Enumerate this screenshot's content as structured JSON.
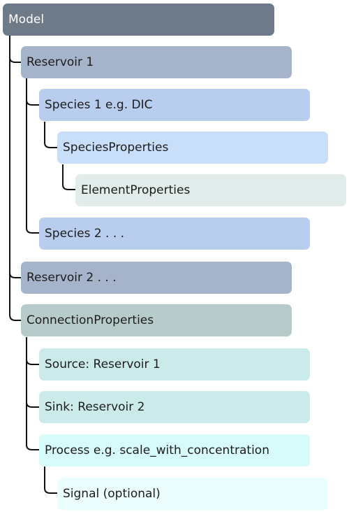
{
  "tree": {
    "model": {
      "label": "Model",
      "color": "#6f7a89"
    },
    "reservoir1": {
      "label": "Reservoir 1",
      "color": "#a5b3cb"
    },
    "species1": {
      "label": "Species 1 e.g.  DIC",
      "color": "#b9cdee"
    },
    "species_properties": {
      "label": "SpeciesProperties",
      "color": "#c9dff9"
    },
    "element_properties": {
      "label": "ElementProperties",
      "color": "#e1eceb"
    },
    "species2": {
      "label": "Species 2 . . .",
      "color": "#b9cdee"
    },
    "reservoir2": {
      "label": "Reservoir 2 . . .",
      "color": "#a5b3cb"
    },
    "connection_properties": {
      "label": "ConnectionProperties",
      "color": "#b7ccca"
    },
    "source": {
      "label": "Source:  Reservoir 1",
      "color": "#cbebeb"
    },
    "sink": {
      "label": "Sink:  Reservoir 2",
      "color": "#cbebeb"
    },
    "process": {
      "label": "Process e.g.  scale_with_concentration",
      "color": "#d7fbfb"
    },
    "signal": {
      "label": "Signal (optional)",
      "color": "#ecfdfd"
    }
  }
}
